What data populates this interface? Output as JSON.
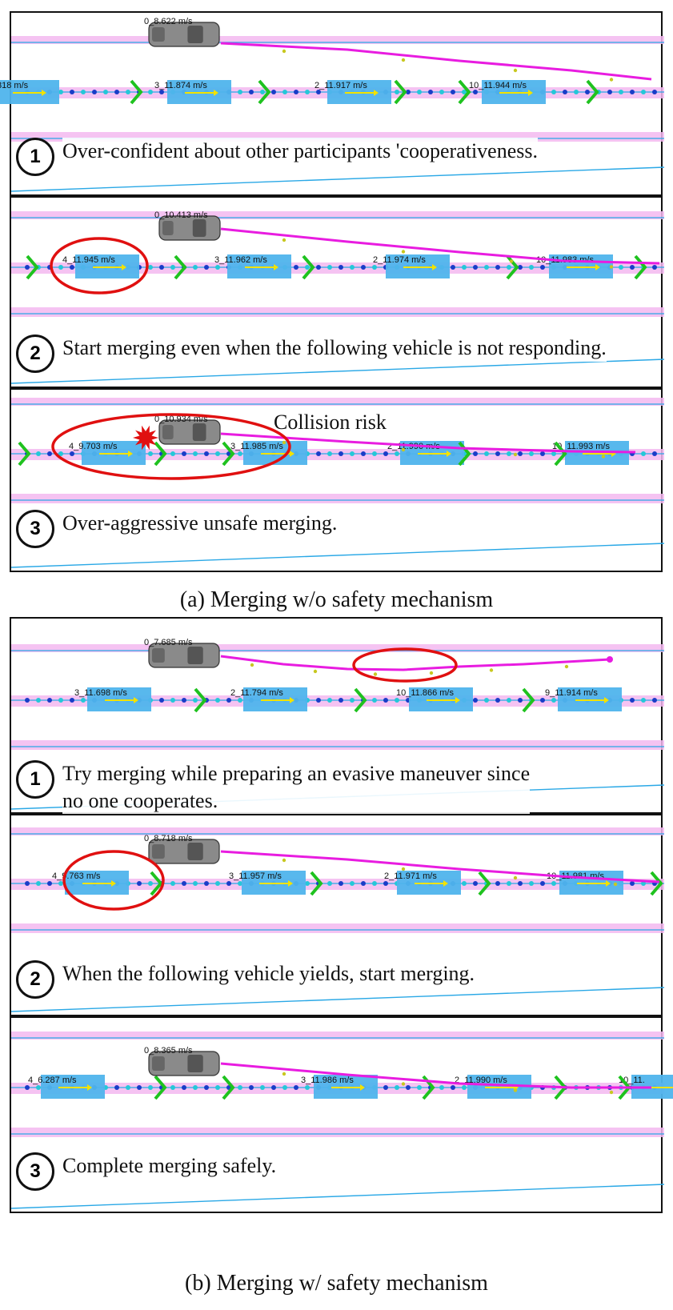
{
  "figure": {
    "sections": [
      {
        "caption": "(a) Merging w/o safety mechanism",
        "panels": [
          {
            "step": "1",
            "text": "Over-confident about other participants 'cooperativeness.",
            "ego_label": "0_8.622  m/s",
            "vehicles": [
              "818  m/s",
              "3_11.874  m/s",
              "2_11.917  m/s",
              "10_11.944  m/s"
            ],
            "annotation": ""
          },
          {
            "step": "2",
            "text": "Start merging even when the following vehicle is not responding.",
            "ego_label": "0_10.413  m/s",
            "vehicles": [
              "4_11.945  m/s",
              "3_11.962  m/s",
              "2_11.974  m/s",
              "10_11.983  m/s"
            ],
            "annotation": ""
          },
          {
            "step": "3",
            "text": "Over-aggressive unsafe merging.",
            "ego_label": "0_10.934  m/s",
            "vehicles": [
              "4_9.703  m/s",
              "3_11.985  m/s",
              "2_11.990  m/s",
              "10_11.993  m/s"
            ],
            "annotation": "Collision risk"
          }
        ]
      },
      {
        "caption": "(b) Merging w/ safety mechanism",
        "panels": [
          {
            "step": "1",
            "text": "Try merging while preparing an evasive maneuver since\n no one cooperates.",
            "ego_label": "0_7.685  m/s",
            "vehicles": [
              "3_11.698  m/s",
              "2_11.794  m/s",
              "10_11.866  m/s",
              "9_11.914  m/s"
            ],
            "annotation": ""
          },
          {
            "step": "2",
            "text": "When the following vehicle yields, start merging.",
            "ego_label": "0_8.718  m/s",
            "vehicles": [
              "4_9.763  m/s",
              "3_11.957  m/s",
              "2_11.971  m/s",
              "10_11.981  m/s"
            ],
            "annotation": ""
          },
          {
            "step": "3",
            "text": "Complete merging safely.",
            "ego_label": "0_8.365  m/s",
            "vehicles": [
              "4_6.287  m/s",
              "3_11.986  m/s",
              "2_11.990  m/s",
              "10_11."
            ],
            "annotation": ""
          }
        ]
      }
    ]
  },
  "colors": {
    "lane_pink": "#f3b8f0",
    "lane_blue": "#2aa8e6",
    "vehicle_blue": "#4fb4ec",
    "trajectory": "#e81ce0",
    "chevron": "#1fc21f",
    "arrow": "#f2e200",
    "highlight": "#e01010",
    "ego_car": "#8a8a8a"
  },
  "icons": {
    "ego": "car-topdown-icon",
    "collision": "collision-burst-icon",
    "direction": "chevron-right-icon"
  }
}
